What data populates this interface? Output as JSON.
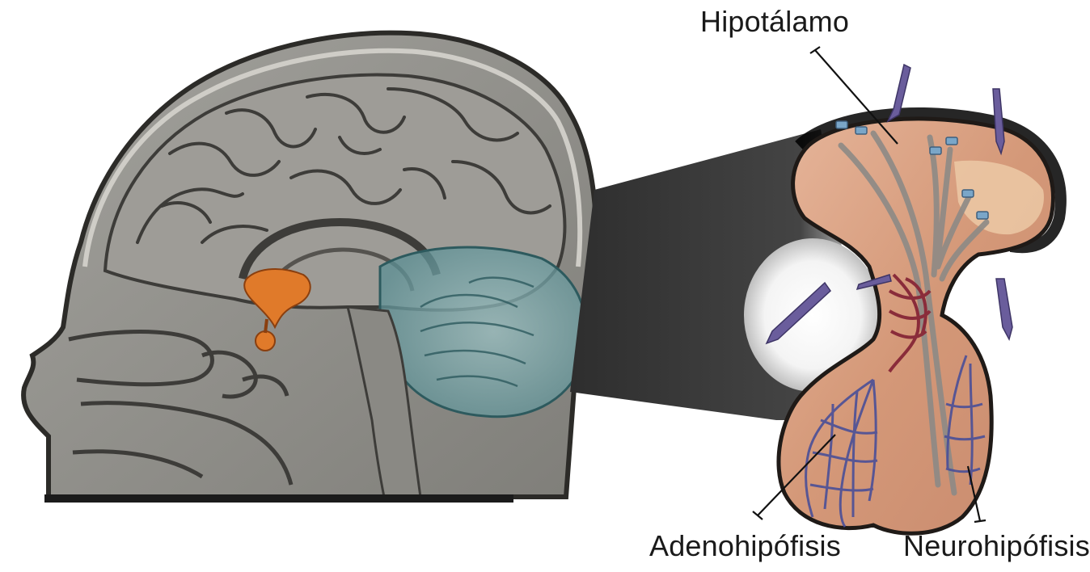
{
  "labels": {
    "hypothalamus": "Hipotálamo",
    "adenohypophysis": "Adenohipófisis",
    "neurohypophysis": "Neurohipófisis"
  },
  "colors": {
    "background": "#ffffff",
    "head_gray": "#8f8e89",
    "brain_gray": "#9a9893",
    "brain_outline": "#3e3d3a",
    "cerebellum_tint": "#5f9ea3",
    "pituitary_highlight": "#e07a2a",
    "zoom_beam": "#3a3a3a",
    "gland_tissue": "#d79f82",
    "gland_edge": "#1f1a17",
    "vessel_blue": "#4a4f98",
    "vessel_red": "#8a2c3a",
    "arrow_purple": "#6a5d9c",
    "leader_line": "#111111"
  }
}
